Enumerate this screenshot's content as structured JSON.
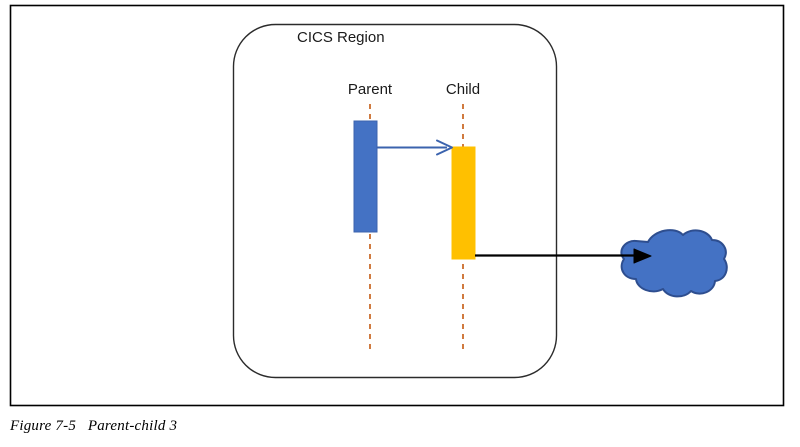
{
  "figure": {
    "caption": "Figure 7-5   Parent-child 3",
    "frame": {
      "border_color": "#000000"
    },
    "region": {
      "label": "CICS Region",
      "border_color": "#2b2b2b",
      "fill": "#ffffff"
    },
    "lifelines": [
      {
        "name": "parent",
        "label": "Parent",
        "line_color": "#C55A11",
        "bar_color": "#4472C4",
        "bar_border_color": "#3B63AE"
      },
      {
        "name": "child",
        "label": "Child",
        "line_color": "#C55A11",
        "bar_color": "#FFC000",
        "bar_border_color": "#FFC000"
      }
    ],
    "connectors": [
      {
        "name": "parent-to-child-arrow",
        "color": "#3B63AE",
        "style": "solid-arrow"
      },
      {
        "name": "child-to-cloud-arrow",
        "color": "#000000",
        "style": "solid-arrow"
      }
    ],
    "cloud": {
      "name": "network-cloud",
      "label": "",
      "fill": "#4472C4",
      "border_color": "#2E4E8F"
    }
  }
}
